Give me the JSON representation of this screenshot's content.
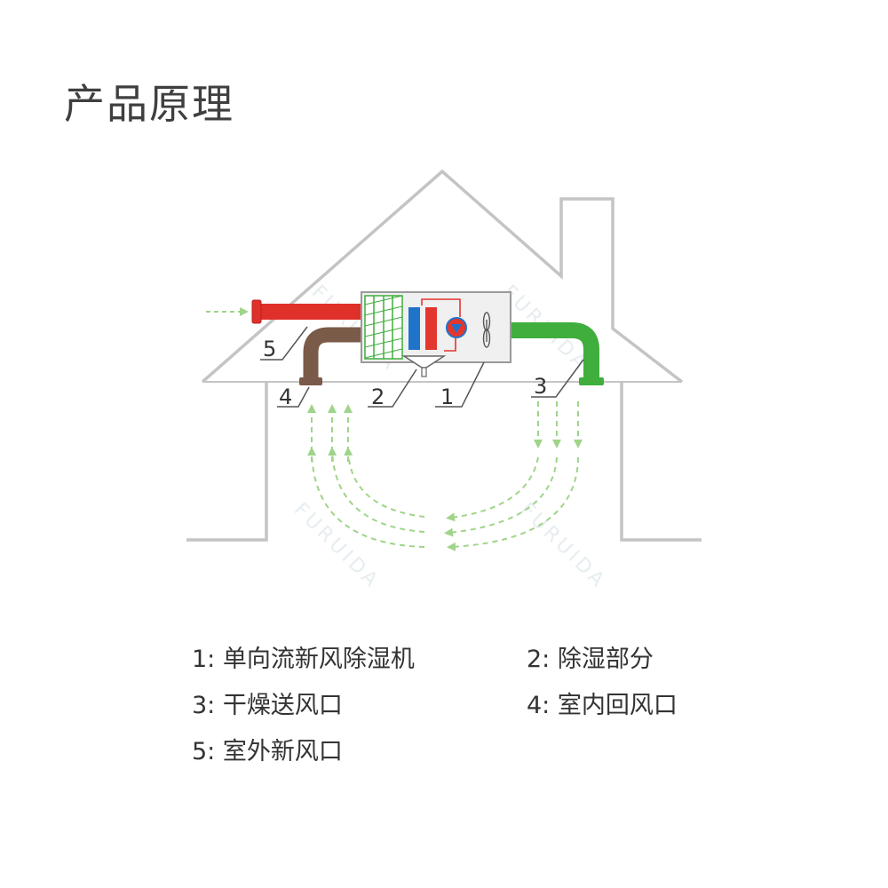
{
  "title": "产品原理",
  "colors": {
    "house_outline": "#c4c4c4",
    "fresh_air_duct": "#e0302a",
    "return_air_duct": "#7a5a48",
    "supply_air_duct": "#3fae3c",
    "airflow_arrow": "#9fd48a",
    "unit_casing": "#f0f0f0",
    "cold_coil": "#1f74c9",
    "hot_coil": "#e3362e",
    "fan": "#e3362e",
    "callout_line": "#555555",
    "watermark": "#c8d7de"
  },
  "callouts": {
    "c1": "1",
    "c2": "2",
    "c3": "3",
    "c4": "4",
    "c5": "5"
  },
  "watermark": {
    "brand": "FURUIDA"
  },
  "legend": {
    "item1": "1: 单向流新风除湿机",
    "item2": "2: 除湿部分",
    "item3": "3: 干燥送风口",
    "item4": "4: 室内回风口",
    "item5": "5:   室外新风口"
  }
}
